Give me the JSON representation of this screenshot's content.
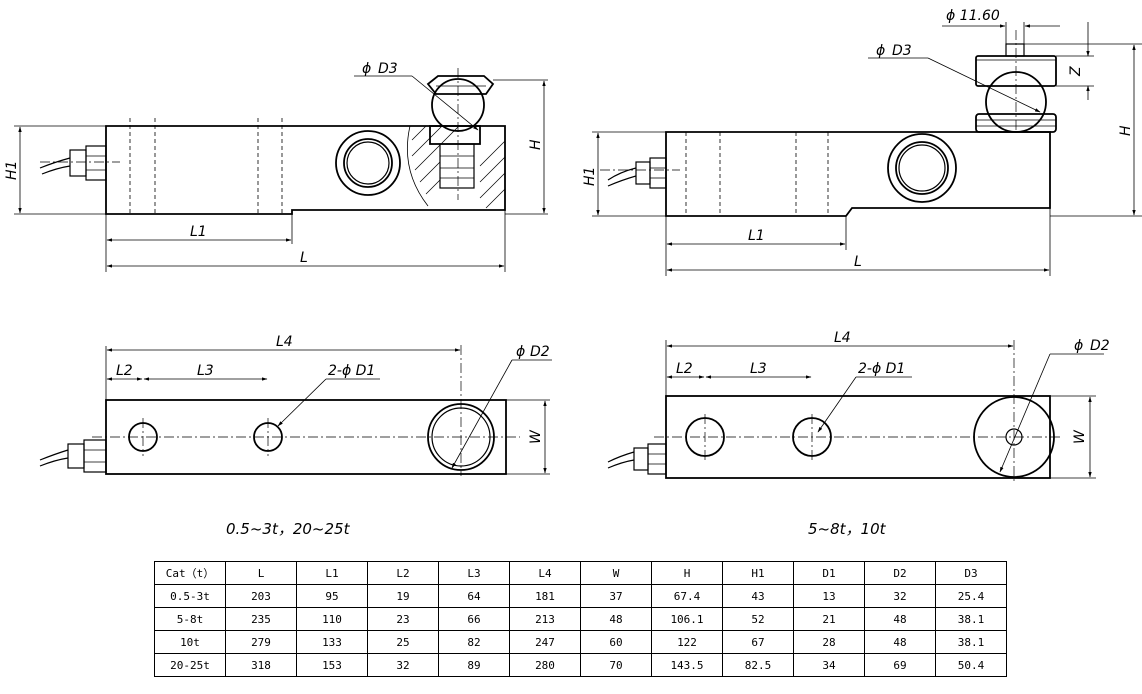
{
  "labels": {
    "phi": "ϕ",
    "d3": "D3",
    "d2": "D2",
    "d1_pair": "2-ϕ D1",
    "h": "H",
    "h1": "H1",
    "l": "L",
    "l1": "L1",
    "l2": "L2",
    "l3": "L3",
    "l4": "L4",
    "w": "W",
    "z": "Z",
    "pin_diameter": "ϕ 11.60"
  },
  "captions": {
    "left": "0.5~3t，20~25t",
    "right": "5~8t，10t"
  },
  "table": {
    "headers": [
      "Cat（t）",
      "L",
      "L1",
      "L2",
      "L3",
      "L4",
      "W",
      "H",
      "H1",
      "D1",
      "D2",
      "D3"
    ],
    "rows": [
      [
        "0.5-3t",
        "203",
        "95",
        "19",
        "64",
        "181",
        "37",
        "67.4",
        "43",
        "13",
        "32",
        "25.4"
      ],
      [
        "5-8t",
        "235",
        "110",
        "23",
        "66",
        "213",
        "48",
        "106.1",
        "52",
        "21",
        "48",
        "38.1"
      ],
      [
        "10t",
        "279",
        "133",
        "25",
        "82",
        "247",
        "60",
        "122",
        "67",
        "28",
        "48",
        "38.1"
      ],
      [
        "20-25t",
        "318",
        "153",
        "32",
        "89",
        "280",
        "70",
        "143.5",
        "82.5",
        "34",
        "69",
        "50.4"
      ]
    ]
  }
}
